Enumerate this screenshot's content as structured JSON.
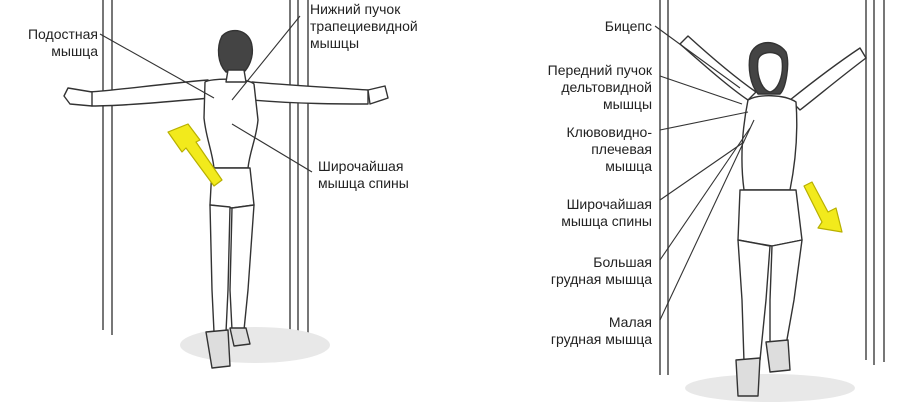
{
  "left_labels": {
    "infraspinatus": [
      "Подостная",
      "мышца"
    ],
    "lower_trapezius": [
      "Нижний пучок",
      "трапециевидной",
      "мышцы"
    ],
    "latissimus_back": [
      "Широчайшая",
      "мышца спины"
    ]
  },
  "right_labels": {
    "biceps": [
      "Бицепс"
    ],
    "anterior_deltoid": [
      "Передний пучок",
      "дельтовидной",
      "мышцы"
    ],
    "coracobrachialis": [
      "Клювовидно-",
      "плечевая",
      "мышца"
    ],
    "latissimus_front": [
      "Широчайшая",
      "мышца спины"
    ],
    "pectoralis_major": [
      "Большая",
      "грудная мышца"
    ],
    "pectoralis_minor": [
      "Малая",
      "грудная мышца"
    ]
  },
  "colors": {
    "arrow": "#f2ea1c",
    "arrow_stroke": "#b8b000",
    "line": "#333333",
    "wall": "#555555"
  },
  "icons": {
    "left_arrow": "motion-arrow-icon",
    "right_arrow": "motion-arrow-icon"
  }
}
